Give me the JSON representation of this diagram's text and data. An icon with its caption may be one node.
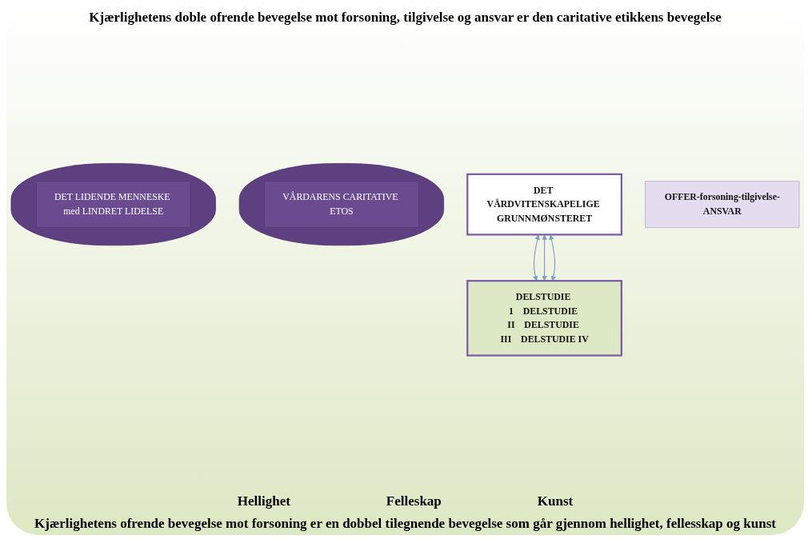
{
  "diagram": {
    "nodes": [
      {
        "text": [
          "DET VÅRDVITENSKAPELIGE GRUNNMØNSTERET"
        ]
      },
      {
        "text": [
          "OFFER-forsoning-tilgivelse-ANSVAR"
        ]
      },
      {
        "text": [],
        "shape": "ellipse"
      },
      {
        "text": [
          "VÅRDARENS CARITATIVE ETOS"
        ],
        "in": 2
      },
      {
        "text": [],
        "shape": "ellipse"
      },
      {
        "text": [
          "DET LIDENDE MENNESKE med LINDRET LIDELSE"
        ],
        "in": 4
      },
      {
        "text": [
          "DELSTUDIE 1",
          "DELSTUDIE II",
          "DELSTUDIE III",
          "DELSTUDIE IV"
        ]
      }
    ],
    "edges": [
      {
        "from": 0,
        "to": 6,
        "arrow": "both"
      },
      {
        "from": 0,
        "to": 6,
        "arrow": "both"
      },
      {
        "from": 0,
        "to": 6,
        "arrow": "both"
      }
    ],
    "labels": [
      "Kjærlighetens doble ofrende bevegelse mot forsoning, tilgivelse og ansvar er den caritative etikkens bevegelse",
      "Hellighet",
      "Felleskap",
      "Kunst",
      "Kjærlighetens ofrende bevegelse mot forsoning er en dobbel tilegnende bevegelse som går gjennom hellighet, fellesskap og kunst"
    ]
  }
}
